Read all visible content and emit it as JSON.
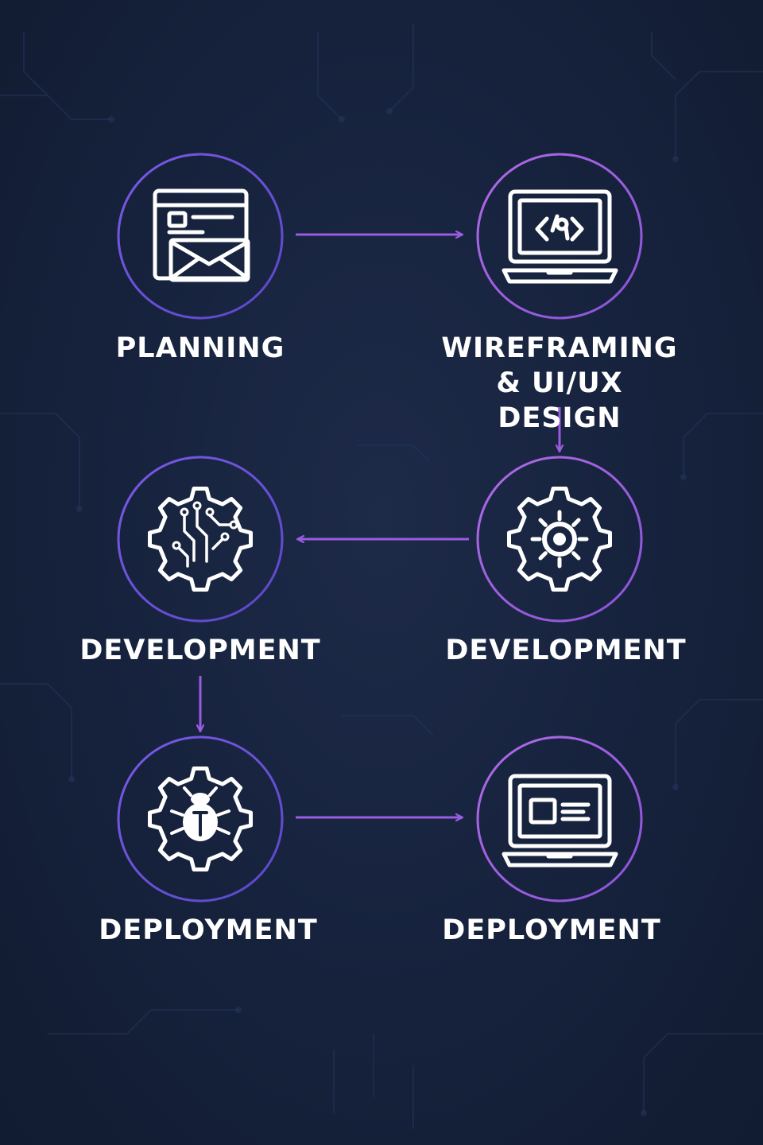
{
  "colors": {
    "background": "#16223c",
    "circle_stroke_left": "#6b52d6",
    "circle_stroke_right": "#a05ae0",
    "arrow": "#9a5ce0",
    "icon": "#ffffff",
    "label": "#ffffff"
  },
  "steps": [
    {
      "label": "PLANNING",
      "icon": "browser-mail-icon"
    },
    {
      "label": "WIREFRAMING\n& UI/UX DESIGN",
      "icon": "laptop-code-icon"
    },
    {
      "label": "DEVELOPMENT",
      "icon": "gear-icon"
    },
    {
      "label": "DEVELOPMENT",
      "icon": "gear-circuit-icon"
    },
    {
      "label": "DEPLOYMENT",
      "icon": "gear-bug-icon"
    },
    {
      "label": "DEPLOYMENT",
      "icon": "laptop-window-icon"
    }
  ],
  "connections": [
    {
      "from": 0,
      "to": 1
    },
    {
      "from": 1,
      "to": 2
    },
    {
      "from": 2,
      "to": 3
    },
    {
      "from": 3,
      "to": 4
    },
    {
      "from": 4,
      "to": 5
    }
  ]
}
